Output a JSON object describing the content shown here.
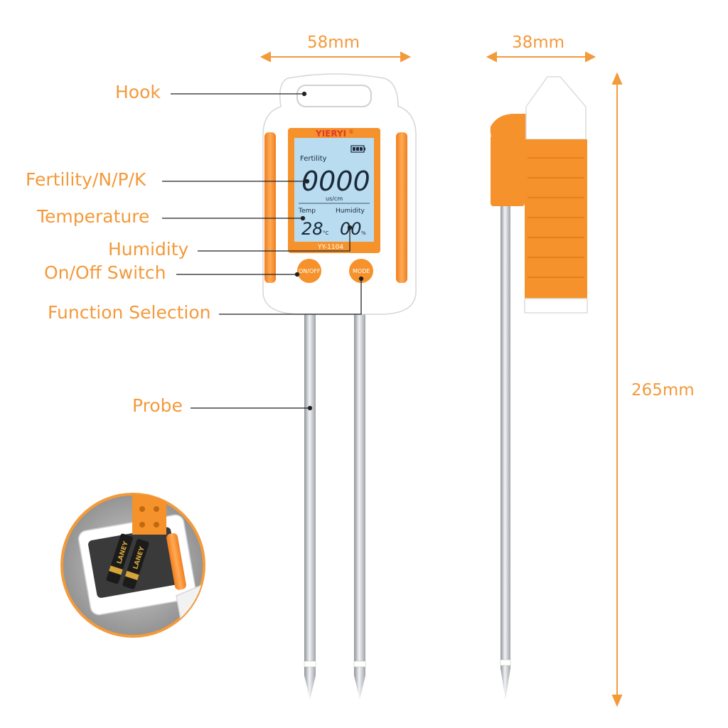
{
  "dimensions": {
    "width": "58mm",
    "depth": "38mm",
    "height": "265mm"
  },
  "callouts": {
    "hook": "Hook",
    "fertility": "Fertility/N/P/K",
    "temperature": "Temperature",
    "humidity": "Humidity",
    "onoff": "On/Off Switch",
    "function": "Function Selection",
    "probe": "Probe"
  },
  "device": {
    "brand": "YIERYI",
    "brand_mark": "®",
    "model": "YY-1104",
    "lcd": {
      "fertility_label": "Fertility",
      "main_reading": "0000",
      "unit": "us/cm",
      "temp_label": "Temp",
      "humidity_label": "Humidity",
      "temp_value": "28",
      "temp_unit": "°C",
      "humidity_value": "00",
      "humidity_unit": "%"
    },
    "buttons": {
      "onoff": "ON/OFF",
      "mode": "MODE"
    }
  },
  "battery_inset": {
    "battery_brand": "LANEY"
  },
  "colors": {
    "accent": "#f39a3b",
    "body": "#ffffff",
    "lcd": "#b9dcf0",
    "orange_part": "#f5922c"
  }
}
